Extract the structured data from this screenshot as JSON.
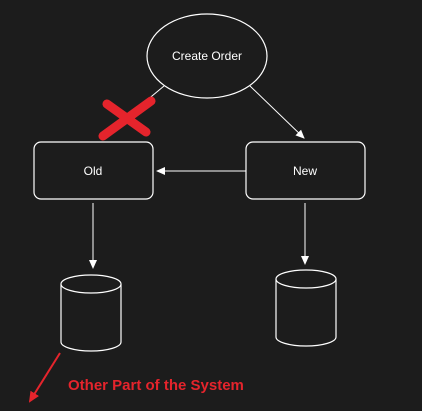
{
  "diagram": {
    "nodes": {
      "create_order": "Create Order",
      "old": "Old",
      "new": "New"
    },
    "annotation": "Other Part of the System",
    "colors": {
      "background": "#1c1c1c",
      "stroke": "#ffffff",
      "accent": "#e5242c"
    }
  }
}
